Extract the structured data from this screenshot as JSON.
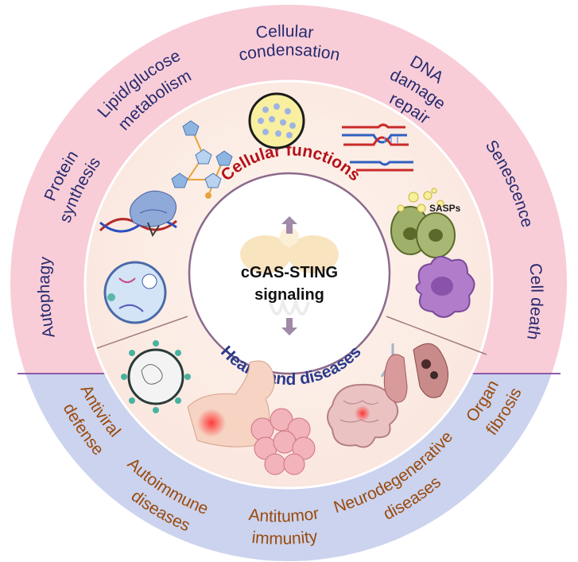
{
  "center": {
    "line1": "cGAS-STING",
    "line2": "signaling",
    "top_arc": "Cellular functions",
    "bottom_arc": "Health and diseases"
  },
  "outer_top_labels": [
    "Autophagy",
    "Protein synthesis",
    "Lipid/glucose metabolism",
    "Cellular condensation",
    "DNA damage repair",
    "Senescence",
    "Cell death"
  ],
  "outer_bottom_labels": [
    "Antiviral defense",
    "Autoimmune diseases",
    "Antitumor immunity",
    "Neurodegenerative diseases",
    "Organ fibrosis"
  ],
  "icon_labels": {
    "sasps": "SASPs"
  },
  "colors": {
    "top_ring": "#f8cdd8",
    "bottom_ring": "#cbd3ee",
    "top_label_text": "#262a6e",
    "bottom_label_text": "#9a4a0c",
    "top_arc_text": "#b5121b",
    "bottom_arc_text": "#2a3a8c",
    "divider": "#8e5ca8"
  },
  "icons": [
    "pentagon-network-icon",
    "condensate-droplet-icon",
    "dna-repair-icon",
    "ribosome-dna-icon",
    "senescent-cells-icon",
    "autophagy-cell-icon",
    "dying-cell-icon",
    "virus-icon",
    "inflamed-chest-icon",
    "tumor-cluster-icon",
    "brain-icon",
    "lungs-icon"
  ]
}
